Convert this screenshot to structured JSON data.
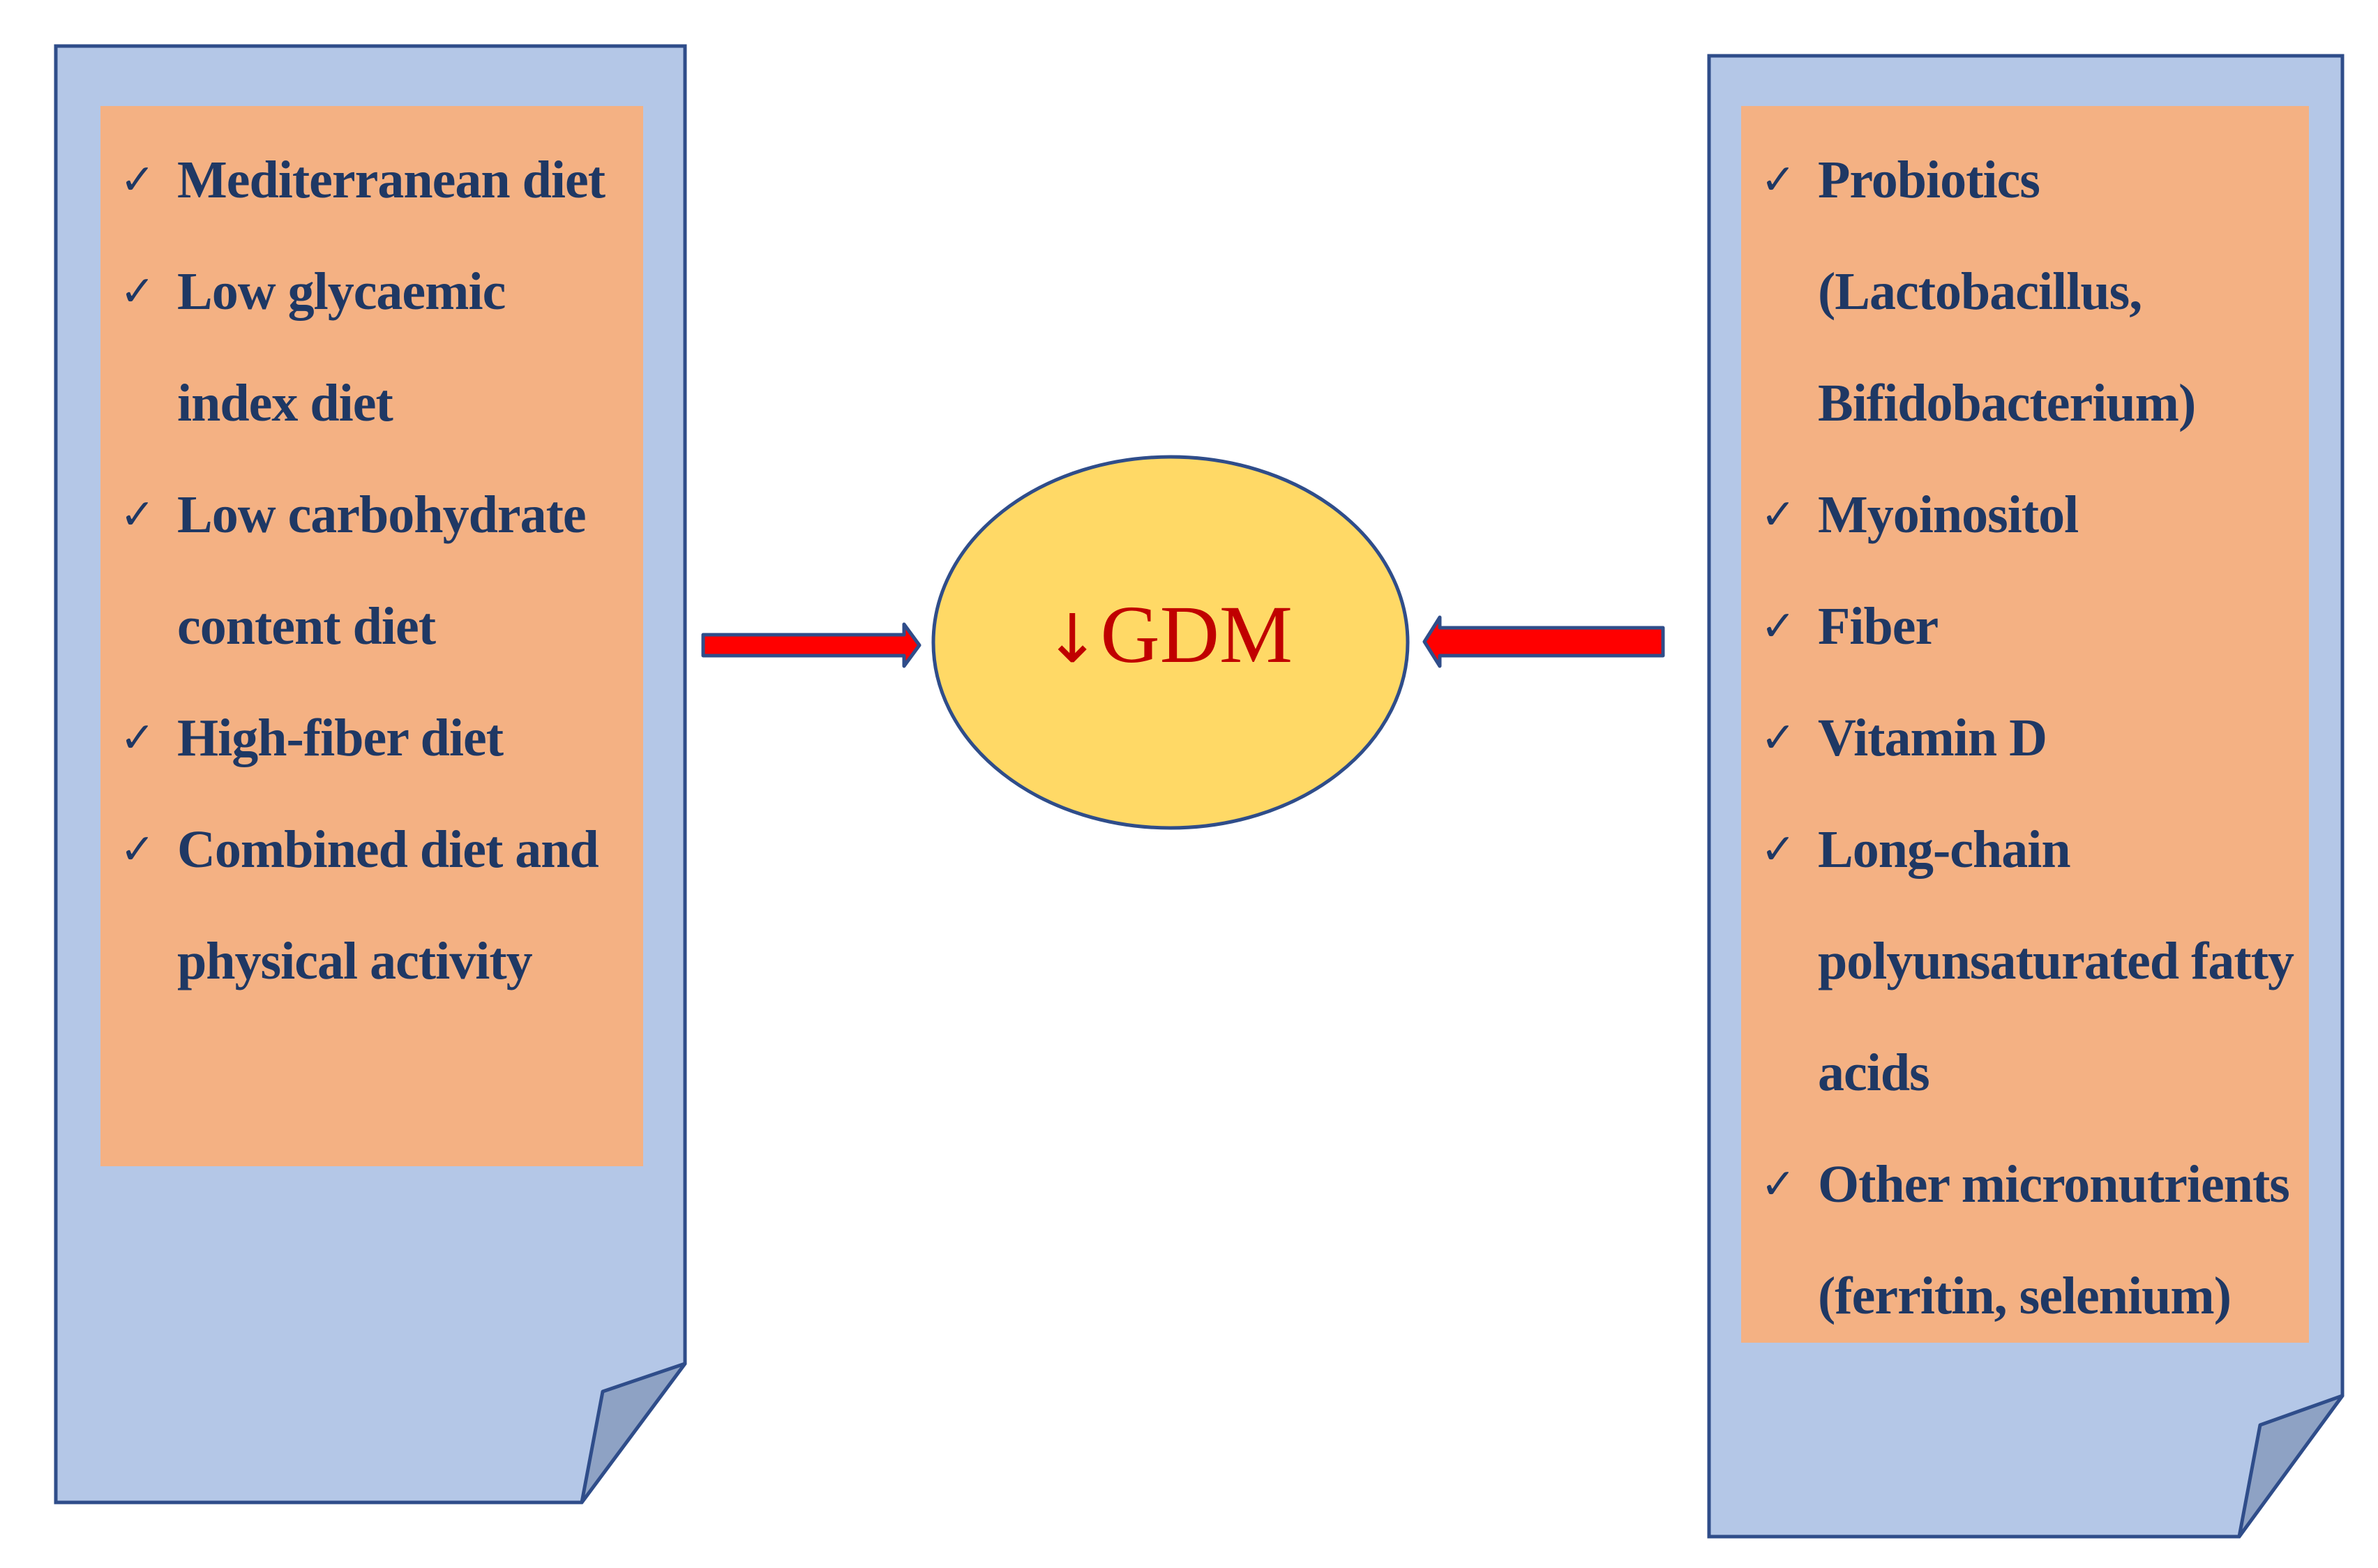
{
  "colors": {
    "panel_fill": "#B4C7E7",
    "panel_stroke": "#2F4D8A",
    "fold_fill": "#8EA2C4",
    "box_fill": "#F4B183",
    "text": "#1F3864",
    "ellipse_fill": "#FFD966",
    "ellipse_stroke": "#2F4D8A",
    "arrow_fill": "#FF0000",
    "arrow_stroke": "#2F4D8A",
    "center_text": "#C00000"
  },
  "center": {
    "arrow_symbol": "↓",
    "label": "GDM"
  },
  "left_panel": {
    "items": [
      {
        "icon": "check-icon",
        "lines": [
          "Mediterranean diet"
        ]
      },
      {
        "icon": "check-icon",
        "lines": [
          "Low glycaemic",
          "index diet"
        ]
      },
      {
        "icon": "check-icon",
        "lines": [
          "Low carbohydrate",
          "content diet"
        ]
      },
      {
        "icon": "check-icon",
        "lines": [
          "High-fiber diet"
        ]
      },
      {
        "icon": "check-icon",
        "lines": [
          "Combined diet and",
          "physical activity"
        ]
      }
    ]
  },
  "right_panel": {
    "items": [
      {
        "icon": "check-icon",
        "lines": [
          "Probiotics",
          "(Lactobacillus,",
          "Bifidobacterium)"
        ]
      },
      {
        "icon": "check-icon",
        "lines": [
          "Myoinositol"
        ]
      },
      {
        "icon": "check-icon",
        "lines": [
          "Fiber"
        ]
      },
      {
        "icon": "check-icon",
        "lines": [
          "Vitamin D"
        ]
      },
      {
        "icon": "check-icon",
        "lines": [
          "Long-chain",
          "polyunsaturated fatty",
          "acids"
        ]
      },
      {
        "icon": "check-icon",
        "lines": [
          "Other micronutrients",
          "(ferritin, selenium)"
        ]
      }
    ]
  }
}
